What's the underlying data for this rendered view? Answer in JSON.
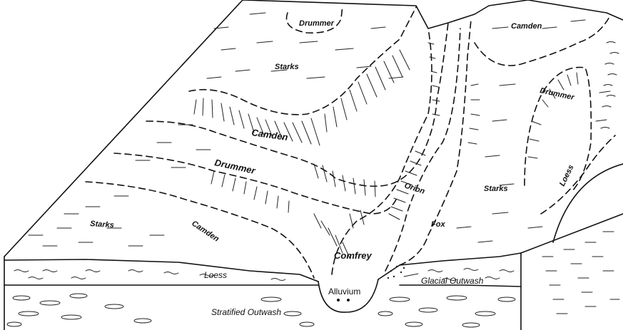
{
  "surface_labels": {
    "drummer_top": "Drummer",
    "starks_top": "Starks",
    "camden_top_right": "Camden",
    "drummer_right": "Drummer",
    "camden_center": "Camden",
    "drummer_center": "Drummer",
    "starks_left": "Starks",
    "camden_left": "Camden",
    "orion": "Orion",
    "starks_right": "Starks",
    "fox": "Fox",
    "comfrey": "Comfrey",
    "loess_side": "Loess"
  },
  "layer_labels": {
    "loess": "Loess",
    "glacial_outwash": "Glacial Outwash",
    "alluvium": "Alluvium",
    "stratified_outwash": "Stratified Outwash"
  },
  "colors": {
    "ink": "#111111",
    "background": "#ffffff"
  }
}
